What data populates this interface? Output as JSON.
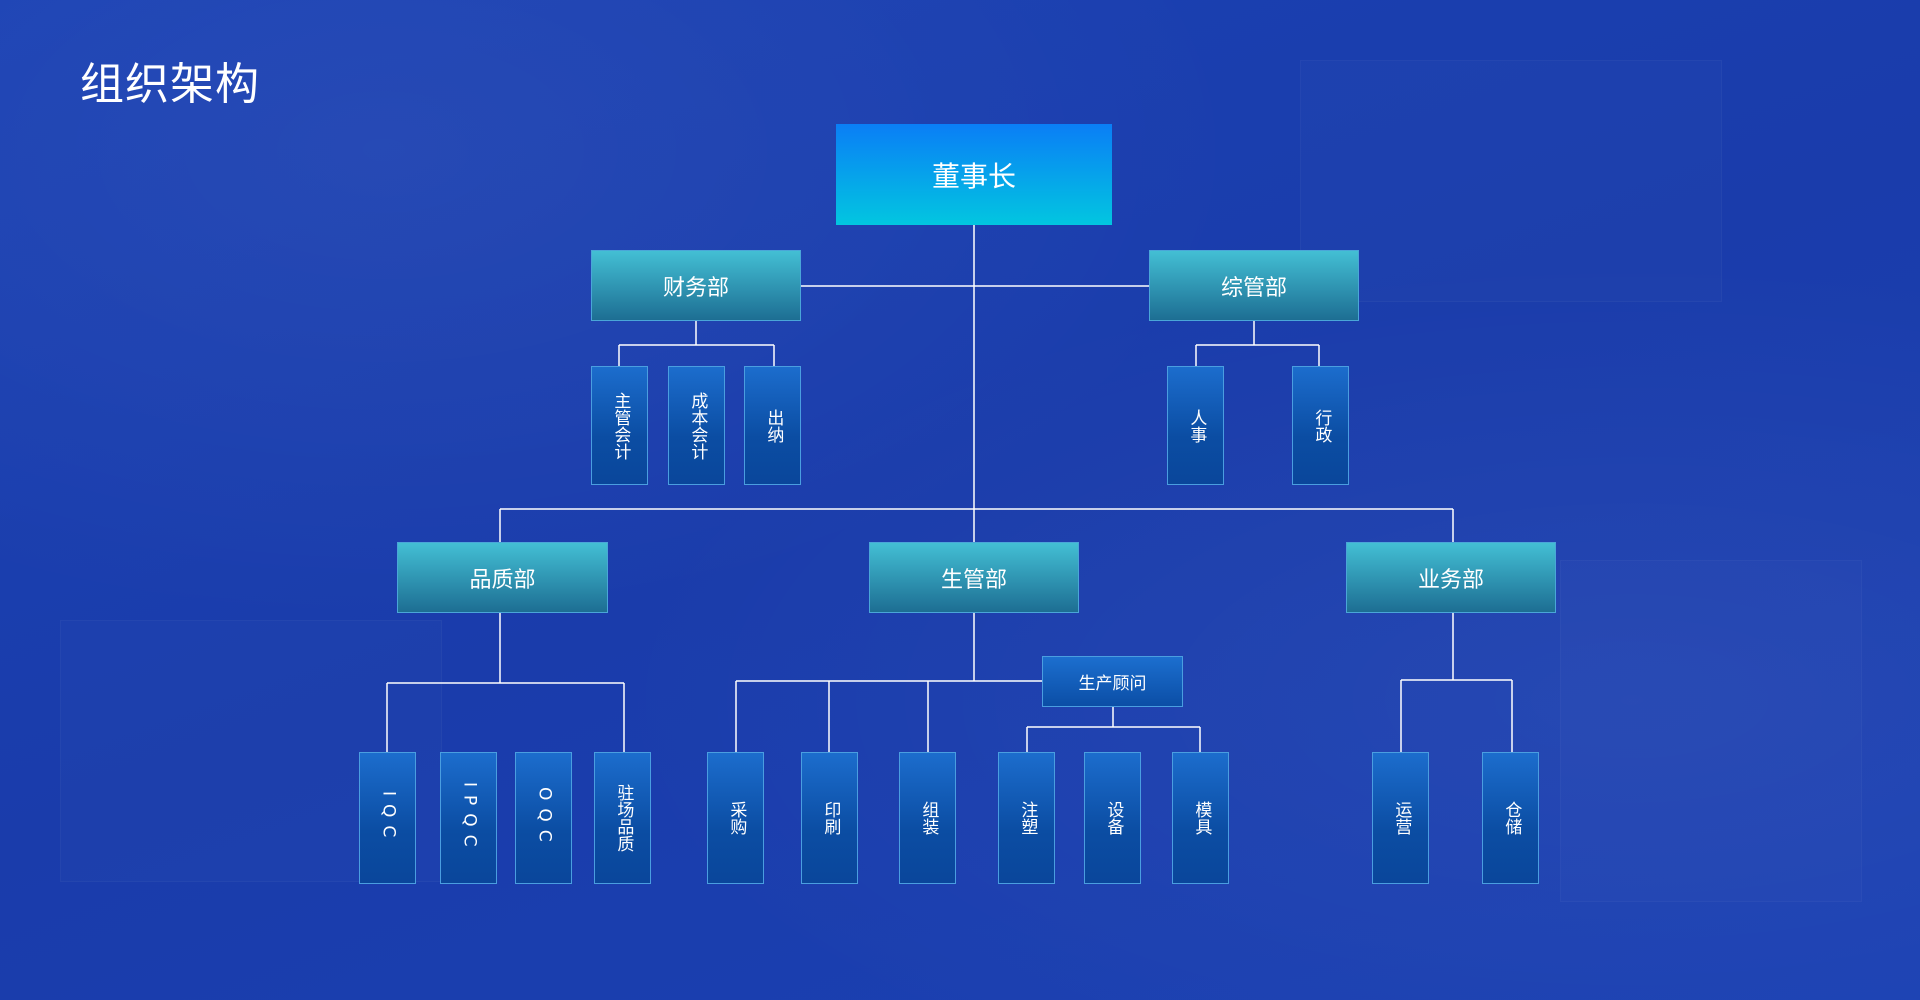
{
  "title": "组织架构",
  "root": {
    "label": "董事长"
  },
  "departments": {
    "finance": {
      "label": "财务部",
      "children": [
        "主管会计",
        "成本会计",
        "出纳"
      ]
    },
    "admin": {
      "label": "综管部",
      "children": [
        "人事",
        "行政"
      ]
    },
    "quality": {
      "label": "品质部",
      "children": [
        "IQC",
        "IPQC",
        "OQC",
        "驻场品质"
      ]
    },
    "production": {
      "label": "生管部",
      "children": [
        "采购",
        "印刷",
        "组装"
      ],
      "advisor": {
        "label": "生产顾问",
        "children": [
          "注塑",
          "设备",
          "模具"
        ]
      }
    },
    "sales": {
      "label": "业务部",
      "children": [
        "运营",
        "仓储"
      ]
    }
  },
  "colors": {
    "background": "#1a3fae",
    "root_top": "#0a7ef6",
    "root_bottom": "#02c6e0",
    "dept_top": "#43bfd4",
    "dept_bottom": "#1d6e93",
    "leaf_top": "#1c6dcd",
    "leaf_bottom": "#0a469b",
    "connector": "#ffffff"
  }
}
